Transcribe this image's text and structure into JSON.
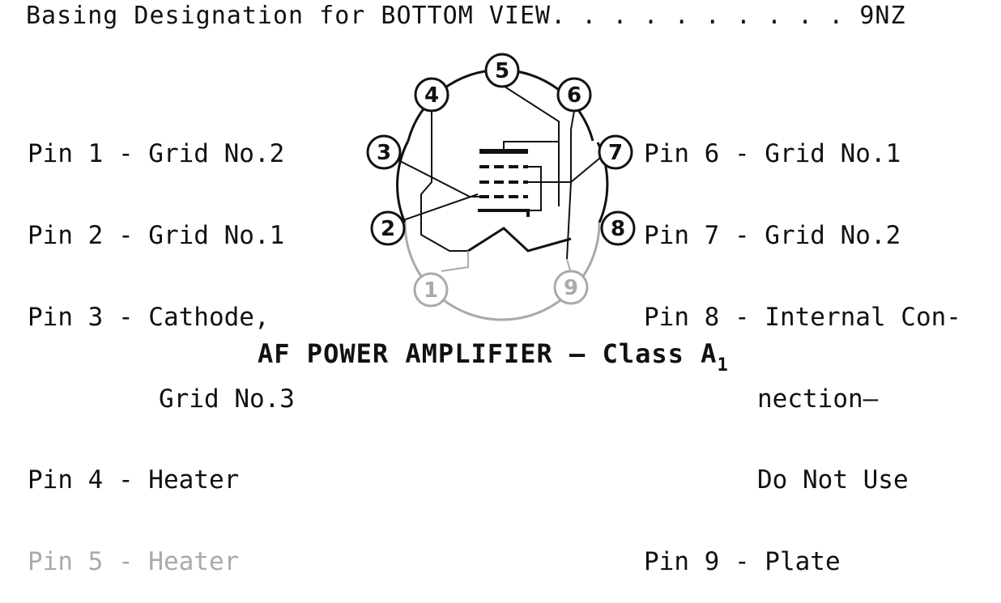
{
  "header": {
    "label": "Basing Designation for BOTTOM VIEW",
    "leader": ". . . . . . . . . .",
    "code": "9NZ"
  },
  "left_pins": [
    {
      "text": "Pin 1 - Grid No.2"
    },
    {
      "text": "Pin 2 - Grid No.1"
    },
    {
      "text": "Pin 3 - Cathode,"
    },
    {
      "text": "Grid No.3"
    },
    {
      "text": "Pin 4 - Heater"
    },
    {
      "text": "Pin 5 - Heater"
    }
  ],
  "right_pins": [
    {
      "text": "Pin 6 - Grid No.1"
    },
    {
      "text": "Pin 7 - Grid No.2"
    },
    {
      "text": "Pin 8 - Internal Con-"
    },
    {
      "text": "nection—"
    },
    {
      "text": "Do Not Use"
    },
    {
      "text": "Pin 9 - Plate"
    }
  ],
  "diagram": {
    "pin_labels": [
      "1",
      "2",
      "3",
      "4",
      "5",
      "6",
      "7",
      "8",
      "9"
    ],
    "stroke_color": "#111111",
    "faded_color": "#aaaaaa"
  },
  "title": {
    "main": "AF POWER AMPLIFIER — Class A",
    "subscript": "1"
  }
}
